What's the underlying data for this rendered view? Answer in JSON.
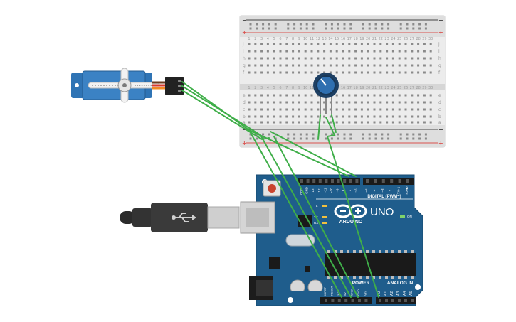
{
  "breadboard": {
    "rows_top": [
      "j",
      "i",
      "h",
      "g",
      "f"
    ],
    "rows_bottom": [
      "e",
      "d",
      "c",
      "b",
      "a"
    ],
    "column_numbers": [
      "1",
      "2",
      "3",
      "4",
      "5",
      "6",
      "7",
      "8",
      "9",
      "10",
      "11",
      "12",
      "13",
      "14",
      "15",
      "16",
      "17",
      "18",
      "19",
      "20",
      "21",
      "22",
      "23",
      "24",
      "25",
      "26",
      "27",
      "28",
      "29",
      "30"
    ],
    "rail_minus": "−",
    "rail_plus": "+"
  },
  "arduino": {
    "brand": "ARDUINO",
    "model": "UNO",
    "digital_header": "DIGITAL (PWM~)",
    "analog_header": "ANALOG IN",
    "power_header": "POWER",
    "on_label": "ON",
    "led_l": "L",
    "led_tx": "TX",
    "led_rx": "RX",
    "digital_pins": [
      "AREF",
      "GND",
      "13",
      "12",
      "~11",
      "~10",
      "~9",
      "8",
      "7",
      "~6",
      "~5",
      "4",
      "~3",
      "2",
      "TX▸1",
      "RX◂0"
    ],
    "power_pins": [
      "IOREF",
      "RESET",
      "3.3V",
      "5V",
      "GND",
      "GND",
      "Vin"
    ],
    "analog_pins": [
      "A0",
      "A1",
      "A2",
      "A3",
      "A4",
      "A5"
    ]
  },
  "colors": {
    "wire": "#3fae49",
    "board_blue": "#1f5d8c",
    "breadboard": "#e6e6e6",
    "rail_red": "#d9534f",
    "rail_dark": "#444444",
    "servo_blue": "#2f74b5",
    "pot_body": "#1e4d80"
  }
}
